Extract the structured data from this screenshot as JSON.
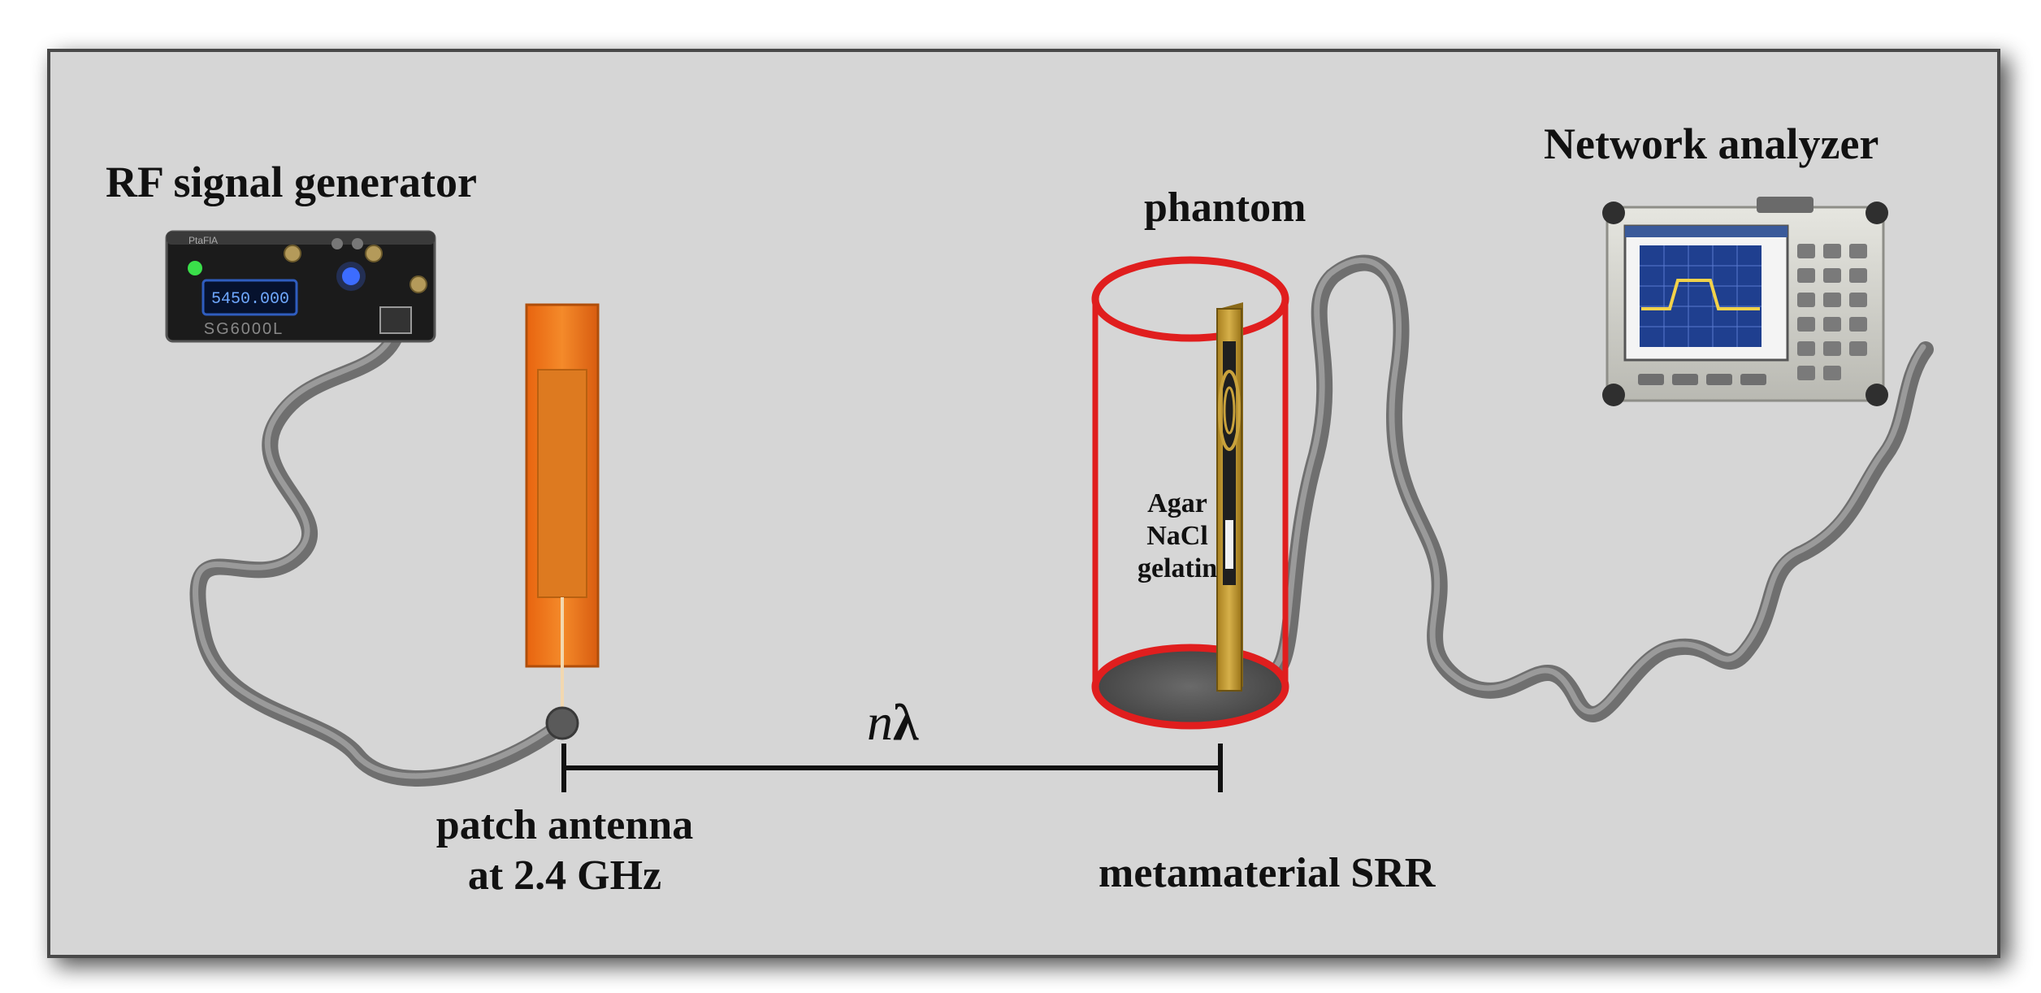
{
  "labels": {
    "rf_generator": "RF signal generator",
    "network_analyzer": "Network analyzer",
    "phantom": "phantom",
    "patch_line1": "patch antenna",
    "patch_line2": "at 2.4 GHz",
    "srr": "metamaterial SRR",
    "agar": "Agar",
    "nacl": "NaCl",
    "gelatin": "gelatin",
    "distance_n": "n",
    "distance_lambda": "λ"
  },
  "device": {
    "display_value": "5450.000",
    "model": "SG6000L",
    "brand": "PtaFlA"
  },
  "colors": {
    "panel": "#d7d7d7",
    "cable": "#7a7a7a",
    "cylinder": "#e01e1e",
    "patch": "#f07a18",
    "srr_board": "#c9a23c"
  }
}
